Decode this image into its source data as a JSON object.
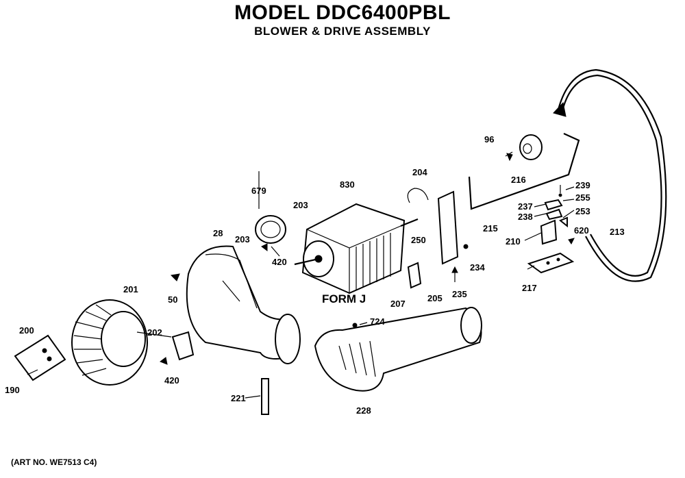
{
  "title": "MODEL DDC6400PBL",
  "subtitle": "BLOWER & DRIVE ASSEMBLY",
  "art_number": "(ART NO. WE7513 C4)",
  "form_label": "FORM J",
  "callouts": {
    "p679": "679",
    "p203a": "203",
    "p203b": "203",
    "p420a": "420",
    "p830": "830",
    "p204": "204",
    "p250": "250",
    "p234": "234",
    "p235": "235",
    "p205": "205",
    "p207": "207",
    "p28": "28",
    "p201": "201",
    "p50": "50",
    "p202": "202",
    "p200": "200",
    "p190": "190",
    "p420b": "420",
    "p724": "724",
    "p221": "221",
    "p228": "228",
    "p96": "96",
    "p216": "216",
    "p239": "239",
    "p255": "255",
    "p237": "237",
    "p253": "253",
    "p238": "238",
    "p215": "215",
    "p620": "620",
    "p213": "213",
    "p210": "210",
    "p217": "217"
  }
}
